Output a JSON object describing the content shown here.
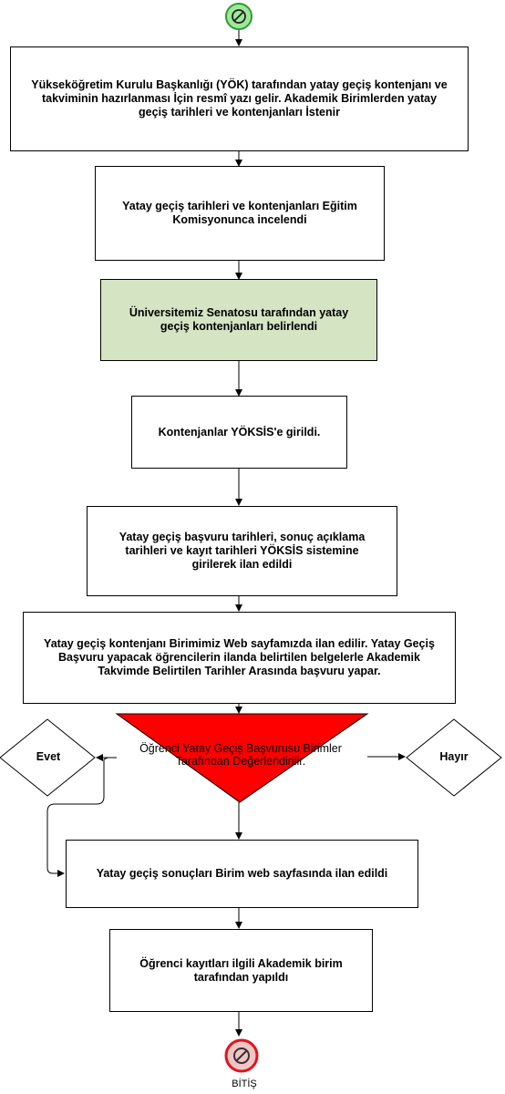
{
  "steps": {
    "s1": "Yükseköğretim Kurulu Başkanlığı (YÖK) tarafından yatay geçiş kontenjanı ve takviminin hazırlanması İçin resmî yazı gelir. Akademik Birimlerden yatay geçiş tarihleri ve kontenjanları İstenir",
    "s2": "Yatay geçiş tarihleri ve kontenjanları Eğitim Komisyonunca incelendi",
    "s3": "Üniversitemiz Senatosu tarafından yatay geçiş kontenjanları belirlendi",
    "s4": "Kontenjanlar YÖKSİS'e girildi.",
    "s5": "Yatay geçiş başvuru tarihleri, sonuç açıklama tarihleri ve kayıt tarihleri YÖKSİS sistemine girilerek ilan edildi",
    "s6": "Yatay geçiş kontenjanı Birimimiz Web sayfamızda ilan edilir. Yatay Geçiş Başvuru yapacak öğrencilerin ilanda belirtilen belgelerle Akademik Takvimde Belirtilen Tarihler Arasında başvuru yapar.",
    "s7": "Yatay geçiş sonuçları Birim web sayfasında ilan edildi",
    "s8": "Öğrenci kayıtları ilgili Akademik birim tarafından yapıldı"
  },
  "decision": {
    "text": "Öğrenci Yatay Geçiş Başvurusu Birimler Tarafından Değerlendirilir.",
    "yes": "Evet",
    "no": "Hayır"
  },
  "end_label": "BİTİŞ",
  "colors": {
    "start_fill": "#9ee89a",
    "start_stroke": "#2e9c2e",
    "end_fill": "#f3c4c4",
    "end_stroke": "#e0141e",
    "decision_fill": "#ff0000",
    "highlight_box": "#d5e4c3"
  },
  "icons": {
    "start": "prohibited-icon",
    "end": "prohibited-icon"
  }
}
